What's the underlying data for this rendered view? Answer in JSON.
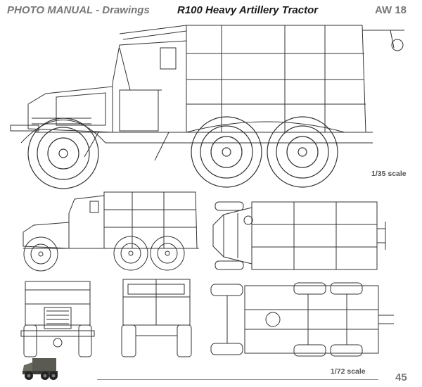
{
  "header": {
    "left": "PHOTO MANUAL - Drawings",
    "center": "R100 Heavy Artillery Tractor",
    "right": "AW 18"
  },
  "scales": {
    "main": "1/35 scale",
    "small": "1/72 scale"
  },
  "page_number": "45",
  "colors": {
    "ink": "#333333",
    "header_grey": "#777777",
    "paper": "#ffffff"
  }
}
